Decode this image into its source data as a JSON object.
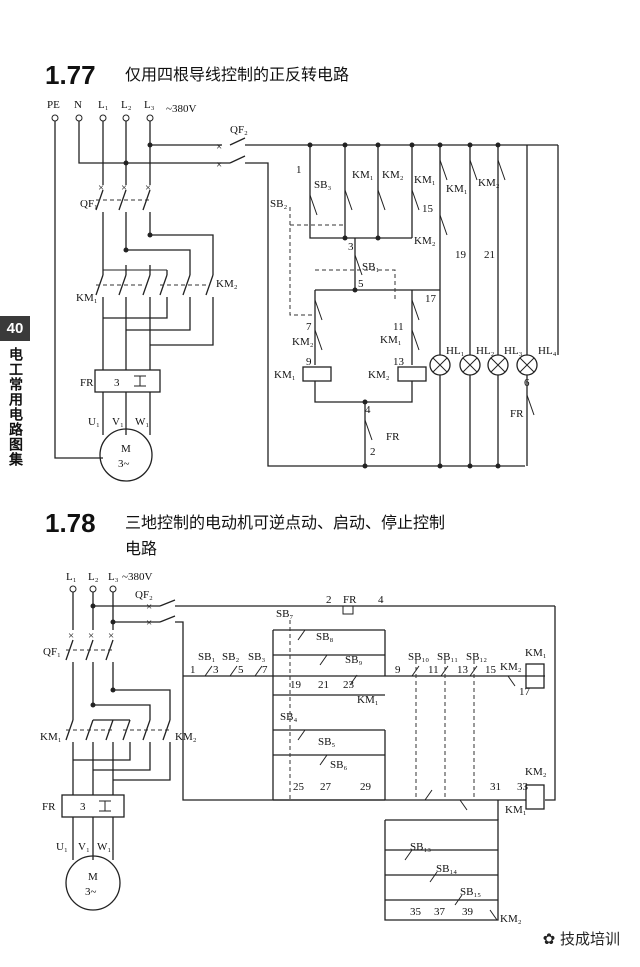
{
  "page_number": "40",
  "side_title": "电工常用电路图集",
  "watermark": "技成培训",
  "sections": [
    {
      "number": "1.77",
      "title": "仅用四根导线控制的正反转电路"
    },
    {
      "number": "1.78",
      "title_line1": "三地控制的电动机可逆点动、启动、停止控制",
      "title_line2": "电路"
    }
  ],
  "labels_177": {
    "pe": "PE",
    "n": "N",
    "l1": "L₁",
    "l2": "L₂",
    "l3": "L₃",
    "voltage": "~380V",
    "qf1": "QF₁",
    "qf2": "QF₂",
    "km1": "KM₁",
    "km2": "KM₂",
    "fr": "FR",
    "fr_num": "3",
    "u1": "U₁",
    "v1": "V₁",
    "w1": "W₁",
    "motor": "M",
    "motor_type": "3~",
    "sb1": "SB₁",
    "sb2": "SB₂",
    "sb3": "SB₃",
    "hl1": "HL₁",
    "hl2": "HL₂",
    "hl3": "HL₃",
    "hl4": "HL₄",
    "nodes": [
      "1",
      "3",
      "5",
      "7",
      "9",
      "11",
      "13",
      "15",
      "17",
      "19",
      "21",
      "4",
      "2",
      "6"
    ]
  },
  "labels_178": {
    "l1": "L₁",
    "l2": "L₂",
    "l3": "L₃",
    "voltage": "~380V",
    "qf1": "QF₁",
    "qf2": "QF₂",
    "km1": "KM₁",
    "km2": "KM₂",
    "fr": "FR",
    "fr_num": "3",
    "u1": "U₁",
    "v1": "V₁",
    "w1": "W₁",
    "motor": "M",
    "motor_type": "3~",
    "buttons": [
      "SB₁",
      "SB₂",
      "SB₃",
      "SB₄",
      "SB₅",
      "SB₆",
      "SB₇",
      "SB₈",
      "SB₉",
      "SB₁₀",
      "SB₁₁",
      "SB₁₂",
      "SB₁₃",
      "SB₁₄",
      "SB₁₅"
    ],
    "nodes": [
      "1",
      "2",
      "3",
      "4",
      "5",
      "7",
      "9",
      "11",
      "13",
      "15",
      "17",
      "19",
      "21",
      "23",
      "25",
      "27",
      "29",
      "31",
      "33",
      "35",
      "37",
      "39"
    ]
  }
}
